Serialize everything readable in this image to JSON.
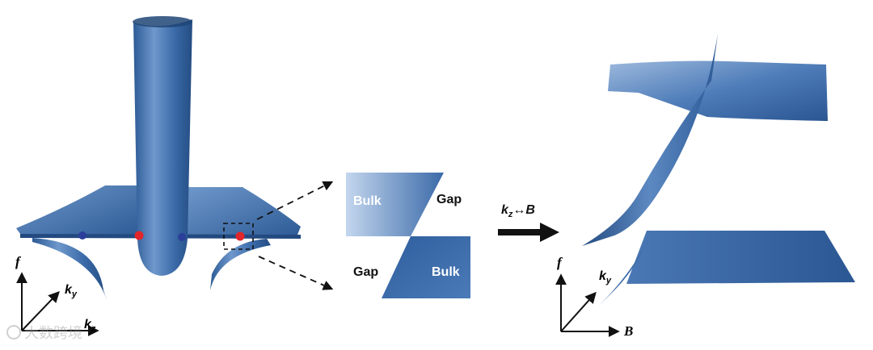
{
  "left_panel": {
    "axis_f": "f",
    "axis_ky": "k",
    "axis_ky_sub": "y",
    "axis_kz": "k",
    "axis_kz_sub": "z"
  },
  "middle_panel": {
    "upper": {
      "bulk_label": "Bulk",
      "gap_label": "Gap"
    },
    "lower": {
      "gap_label": "Gap",
      "bulk_label": "Bulk"
    }
  },
  "transform_arrow": {
    "label_k": "k",
    "label_sub": "z",
    "label_rest": "↔B"
  },
  "right_panel": {
    "axis_f": "f",
    "axis_ky": "k",
    "axis_ky_sub": "y",
    "axis_b": "B"
  },
  "watermark": {
    "text": "大数跨境"
  },
  "colors": {
    "surface_dark": "#2f5e9a",
    "surface_mid": "#5b86be",
    "surface_light": "#a9c3e2",
    "weyl_red": "#e0262b",
    "weyl_blue": "#2b3f9a",
    "ink": "#111111"
  }
}
